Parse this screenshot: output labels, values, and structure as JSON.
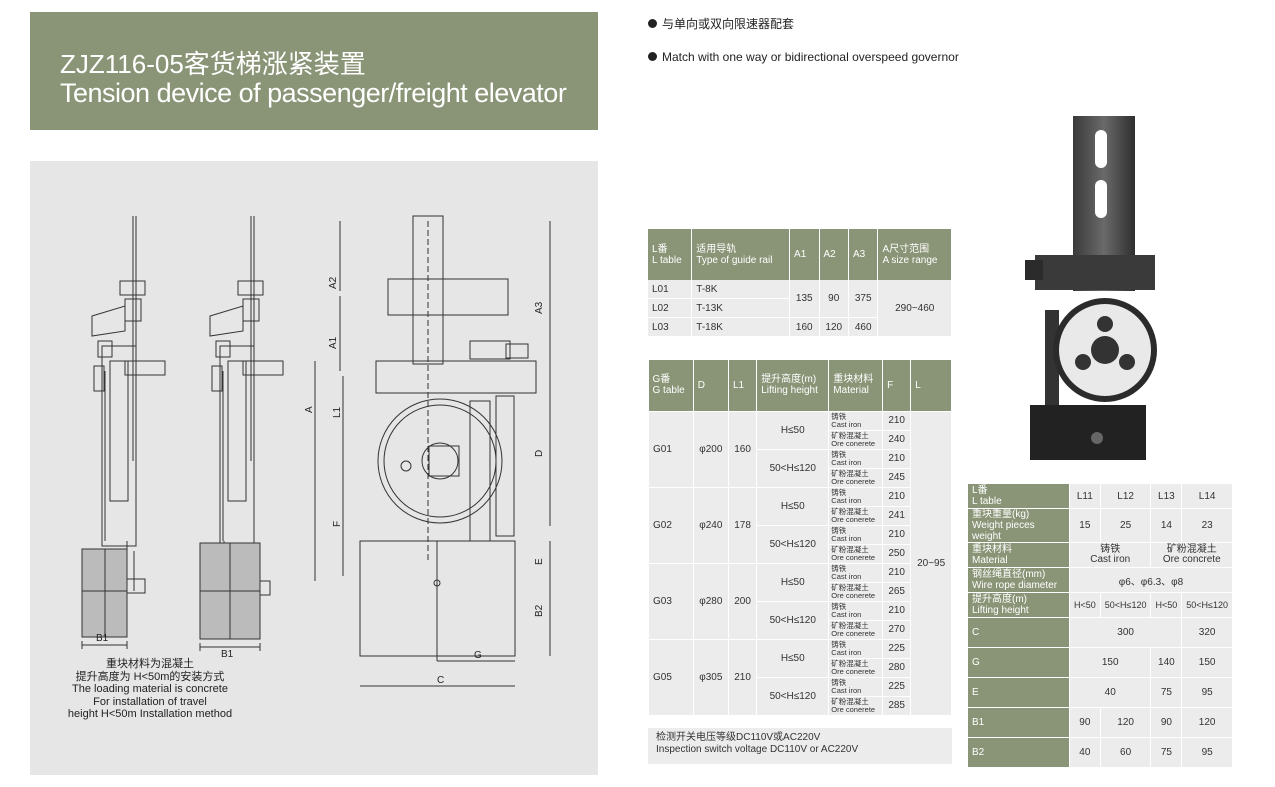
{
  "header": {
    "title_zh": "ZJZ116-05客货梯涨紧装置",
    "title_en": "Tension device of passenger/freight elevator"
  },
  "bullets": [
    "与单向或双向限速器配套",
    "Match with one way or bidirectional overspeed governor"
  ],
  "drawing": {
    "labels": {
      "A2": "A2",
      "A1": "A1",
      "A": "A",
      "L1": "L1",
      "F": "F",
      "A3": "A3",
      "D": "D",
      "E": "E",
      "B2": "B2",
      "G": "G",
      "C": "C",
      "B1a": "B1",
      "B1b": "B1"
    },
    "note": [
      "重块材料为混凝土",
      "提升高度为 H<50m的安装方式",
      "The loading material is concrete",
      "For installation of travel",
      "height H<50m Installation method"
    ]
  },
  "table_l": {
    "headers": [
      [
        "L番",
        "L table"
      ],
      [
        "适用导轨",
        "Type of guide rail"
      ],
      [
        "A1"
      ],
      [
        "A2"
      ],
      [
        "A3"
      ],
      [
        "A尺寸范围",
        "A size range"
      ]
    ],
    "rows": [
      {
        "id": "L01",
        "rail": "T-8K"
      },
      {
        "id": "L02",
        "rail": "T-13K"
      },
      {
        "id": "L03",
        "rail": "T-18K"
      }
    ],
    "a_group1": {
      "a1": "135",
      "a2": "90",
      "a3": "375"
    },
    "a_group2": {
      "a1": "160",
      "a2": "120",
      "a3": "460"
    },
    "a_range": "290~460"
  },
  "table_g": {
    "headers": [
      [
        "G番",
        "G table"
      ],
      [
        "D"
      ],
      [
        "L1"
      ],
      [
        "提升高度(m)",
        "Lifting height"
      ],
      [
        "重块材料",
        "Material"
      ],
      [
        "F"
      ],
      [
        "L"
      ]
    ],
    "mat_ci": [
      "铸铁",
      "Cast iron"
    ],
    "mat_oc": [
      "矿粉混凝土",
      "Ore conerete"
    ],
    "h1": "H≤50",
    "h2": "50<H≤120",
    "l_value": "20~95",
    "groups": [
      {
        "id": "G01",
        "d": "φ200",
        "l1": "160",
        "f": [
          "210",
          "240",
          "210",
          "245"
        ]
      },
      {
        "id": "G02",
        "d": "φ240",
        "l1": "178",
        "f": [
          "210",
          "241",
          "210",
          "250"
        ]
      },
      {
        "id": "G03",
        "d": "φ280",
        "l1": "200",
        "f": [
          "210",
          "265",
          "210",
          "270"
        ]
      },
      {
        "id": "G05",
        "d": "φ305",
        "l1": "210",
        "f": [
          "225",
          "280",
          "225",
          "285"
        ]
      }
    ],
    "footer": [
      "检测开关电压等级DC110V或AC220V",
      "Inspection switch voltage DC110V or AC220V"
    ]
  },
  "table_w": {
    "rows": {
      "ltable": {
        "label": [
          "L番",
          "L table"
        ],
        "values": [
          "L11",
          "L12",
          "L13",
          "L14"
        ]
      },
      "weight": {
        "label": [
          "重块重量(kg)",
          "Weight pieces weight"
        ],
        "values": [
          "15",
          "25",
          "14",
          "23"
        ]
      },
      "material": {
        "label": [
          "重块材料",
          "Material"
        ],
        "ci": [
          "铸铁",
          "Cast iron"
        ],
        "oc": [
          "矿粉混凝土",
          "Ore concrete"
        ]
      },
      "rope": {
        "label": [
          "钢丝绳直径(mm)",
          "Wire rope diameter"
        ],
        "value": "φ6、φ6.3、φ8"
      },
      "lift": {
        "label": [
          "提升高度(m)",
          "Lifting height"
        ],
        "values": [
          "H<50",
          "50<H≤120",
          "H<50",
          "50<H≤120"
        ]
      },
      "c": {
        "label": "C",
        "values": [
          "300",
          "320"
        ]
      },
      "g": {
        "label": "G",
        "values": [
          "150",
          "140",
          "150"
        ]
      },
      "e": {
        "label": "E",
        "values": [
          "40",
          "75",
          "95"
        ]
      },
      "b1": {
        "label": "B1",
        "values": [
          "90",
          "120",
          "90",
          "120"
        ]
      },
      "b2": {
        "label": "B2",
        "values": [
          "40",
          "60",
          "75",
          "95"
        ]
      }
    }
  }
}
